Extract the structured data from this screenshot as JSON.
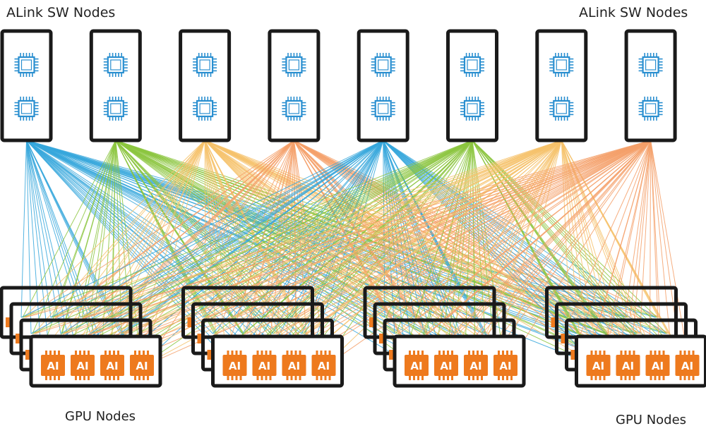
{
  "labels": {
    "sw_nodes_left": "ALink SW Nodes",
    "sw_nodes_right": "ALink SW Nodes",
    "gpu_nodes_left": "GPU Nodes",
    "gpu_nodes_right": "GPU Nodes"
  },
  "switch_nodes": {
    "count": 8,
    "chips_per_node": 2,
    "icon": "processor-chip-icon"
  },
  "gpu_groups": {
    "count": 4,
    "cards_per_group": 4,
    "accelerators_per_card": 4,
    "accelerator_text": "AI",
    "icon": "ai-chip-icon"
  },
  "colors": {
    "frame": "#1a1a1a",
    "chip": "#2a8fd0",
    "ai_chip": "#ee7a1e",
    "link_palette": [
      "#36a7dc",
      "#8cc63f",
      "#f6c26b",
      "#f4a06a"
    ]
  }
}
